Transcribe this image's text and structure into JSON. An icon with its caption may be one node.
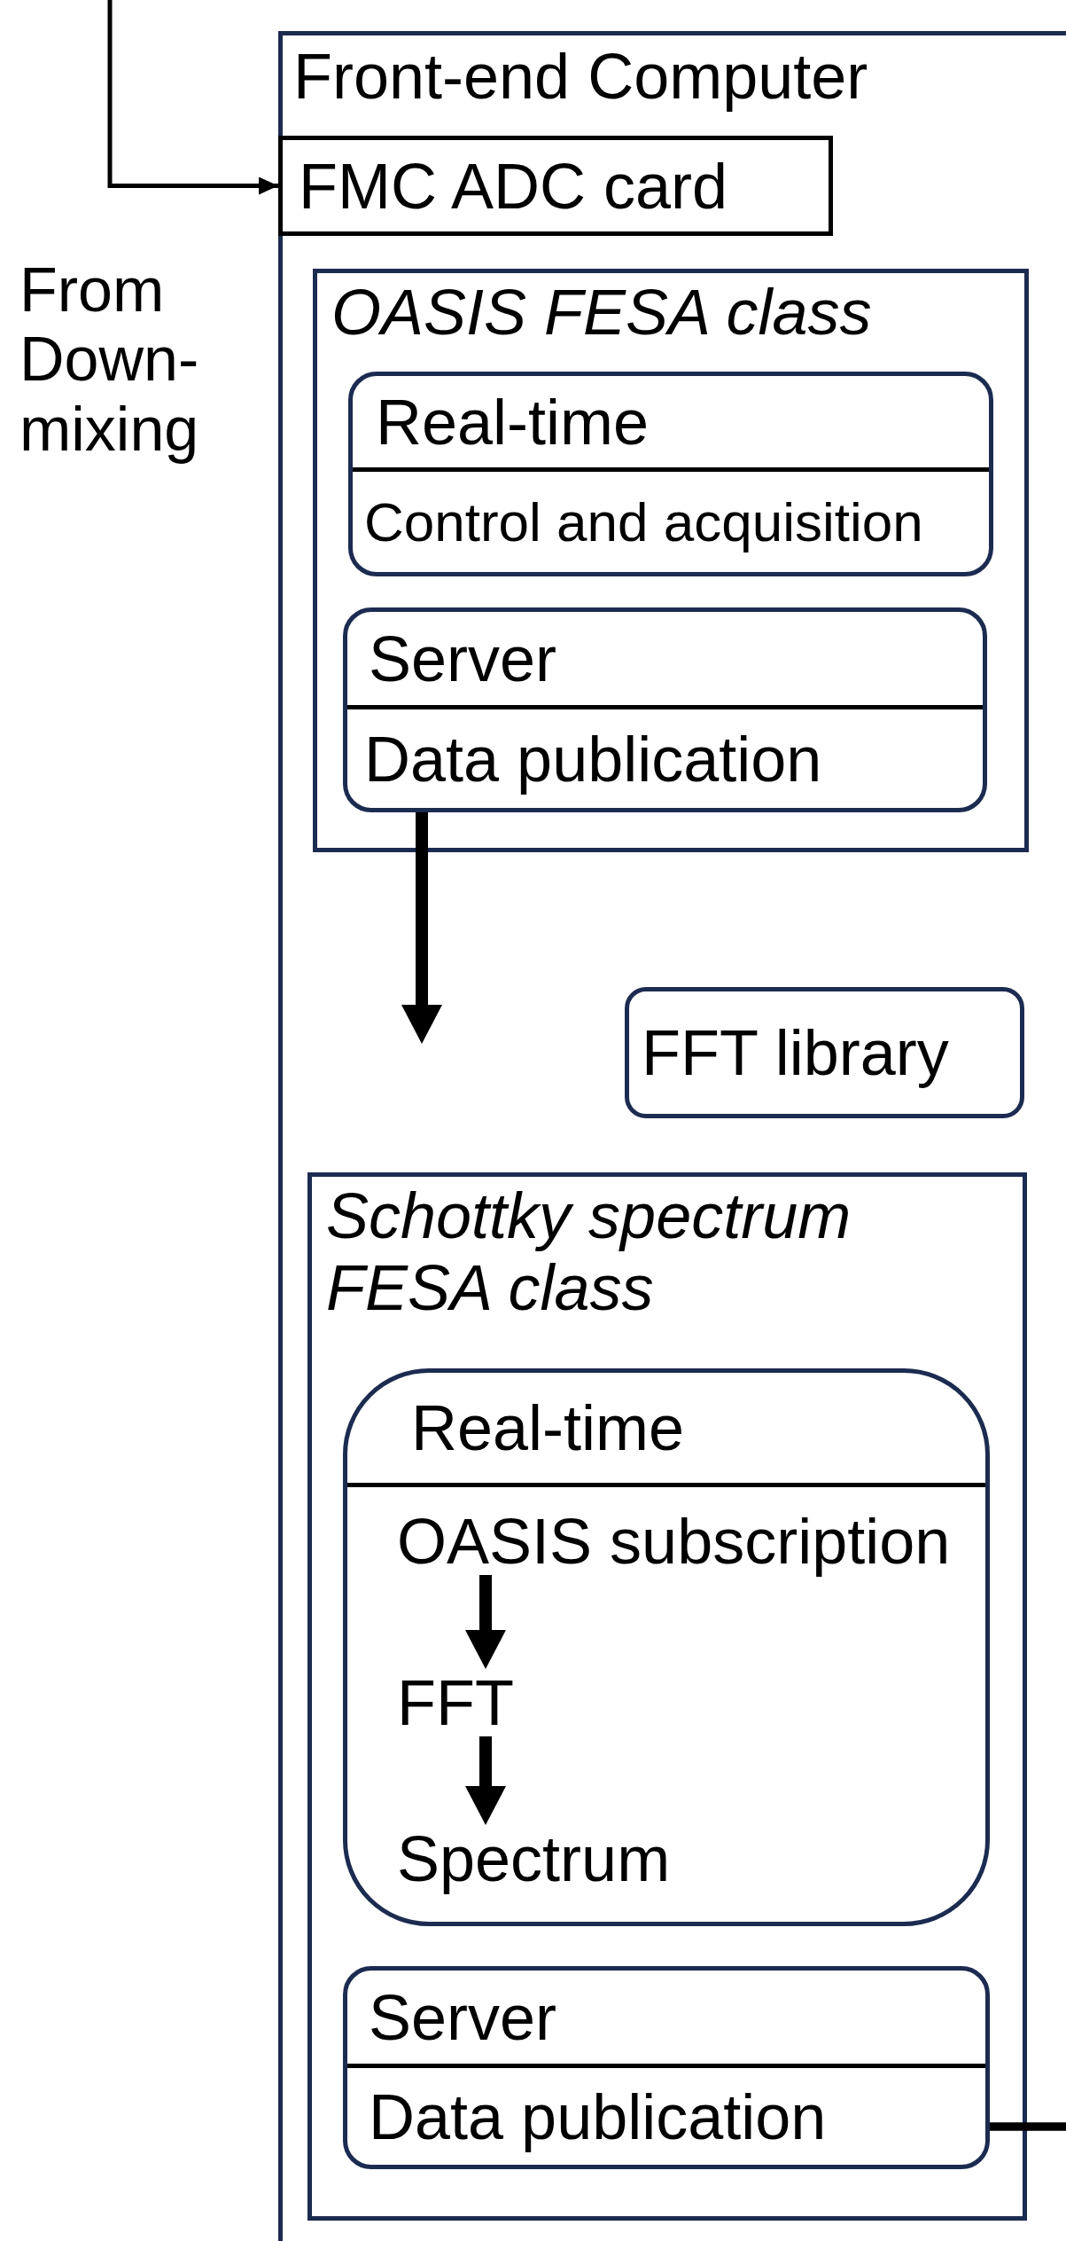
{
  "diagram": {
    "nodes": [
      {
        "text": [
          "Front-end Computer"
        ]
      },
      {
        "text": [
          "FMC ADC card"
        ],
        "in": 0
      },
      {
        "text": [
          "OASIS FESA class"
        ],
        "in": 0
      },
      {
        "text": [
          "Real-time",
          "Control and acquisition"
        ],
        "in": 2
      },
      {
        "text": [
          "Server",
          "Data publication"
        ],
        "in": 2
      },
      {
        "text": [
          "FFT library"
        ],
        "in": 0
      },
      {
        "text": [
          "Schottky spectrum FESA class"
        ],
        "in": 0
      },
      {
        "text": [
          "Real-time"
        ],
        "in": 6
      },
      {
        "text": [
          "OASIS subscription"
        ],
        "in": 7
      },
      {
        "text": [
          "FFT"
        ],
        "in": 7
      },
      {
        "text": [
          "Spectrum"
        ],
        "in": 7
      },
      {
        "text": [
          "Server",
          "Data publication"
        ],
        "in": 6
      }
    ],
    "edges": [
      {
        "from": null,
        "to": 1,
        "arrow": "to"
      },
      {
        "from": 4,
        "to": null,
        "arrow": "to"
      },
      {
        "from": 8,
        "to": 9,
        "arrow": "to"
      },
      {
        "from": 9,
        "to": 10,
        "arrow": "to"
      },
      {
        "from": 11,
        "to": null,
        "arrow": "none",
        "style": "thick"
      }
    ],
    "labels": [
      "From Down-mixing"
    ]
  }
}
